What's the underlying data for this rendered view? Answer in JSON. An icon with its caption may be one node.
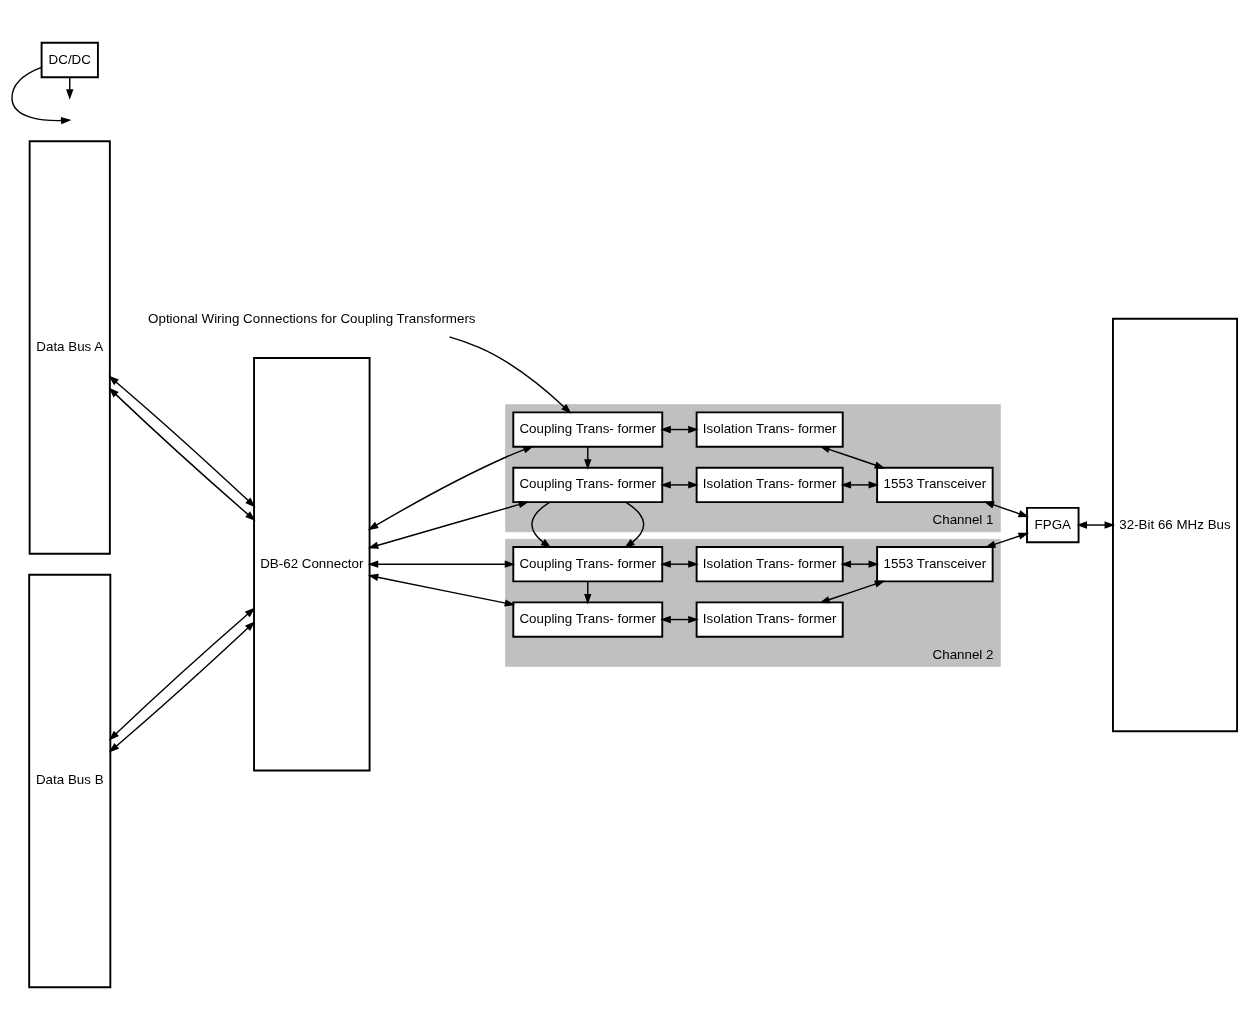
{
  "diagram": {
    "nodes": [
      {
        "text": [
          "Optional Wiring Connections for Coupling Transformers"
        ]
      },
      {
        "text": [
          "Data Bus A"
        ]
      },
      {
        "text": [
          "Data Bus B"
        ]
      },
      {
        "text": [
          "DB-62 Connector"
        ]
      },
      {
        "text": [
          "Channel 1"
        ]
      },
      {
        "text": [
          "Coupling Trans- former"
        ],
        "in": 4
      },
      {
        "text": [
          "Isolation Trans- former"
        ],
        "in": 4
      },
      {
        "text": [
          "1553 Transceiver"
        ],
        "in": 4
      },
      {
        "text": [
          "Coupling Trans- former"
        ],
        "in": 4
      },
      {
        "text": [
          "Isolation Trans- former"
        ],
        "in": 4
      },
      {
        "text": [
          "Channel 2"
        ]
      },
      {
        "text": [
          "Coupling Trans- former"
        ],
        "in": 10
      },
      {
        "text": [
          "Isolation Trans- former"
        ],
        "in": 10
      },
      {
        "text": [
          "1553 Transceiver"
        ],
        "in": 10
      },
      {
        "text": [
          "Coupling Trans- former"
        ],
        "in": 10
      },
      {
        "text": [
          "Isolation Trans- former"
        ],
        "in": 10
      },
      {
        "text": [
          "DC/DC"
        ]
      },
      {
        "text": [
          "FPGA"
        ]
      },
      {
        "text": [
          "32-Bit 66 MHz Bus"
        ]
      }
    ],
    "edges": [
      {
        "from": 0,
        "to": 5,
        "arrow": "to"
      },
      {
        "from": 5,
        "to": 8,
        "arrow": "to"
      },
      {
        "from": 8,
        "to": 11,
        "arrow": "to"
      },
      {
        "from": 11,
        "to": 14,
        "arrow": "to"
      },
      {
        "from": 1,
        "to": 3,
        "arrow": "both"
      },
      {
        "from": 2,
        "to": 3,
        "arrow": "both"
      },
      {
        "from": 1,
        "to": 3,
        "arrow": "both"
      },
      {
        "from": 2,
        "to": 3,
        "arrow": "both"
      },
      {
        "from": 3,
        "to": 5,
        "arrow": "both"
      },
      {
        "from": 3,
        "to": 8,
        "arrow": "both"
      },
      {
        "from": 3,
        "to": 11,
        "arrow": "both"
      },
      {
        "from": 3,
        "to": 14,
        "arrow": "both"
      },
      {
        "from": 5,
        "to": 6,
        "arrow": "both"
      },
      {
        "from": 8,
        "to": 9,
        "arrow": "both"
      },
      {
        "from": 11,
        "to": 12,
        "arrow": "both"
      },
      {
        "from": 14,
        "to": 15,
        "arrow": "both"
      },
      {
        "from": 6,
        "to": 7,
        "arrow": "both"
      },
      {
        "from": 9,
        "to": 7,
        "arrow": "both"
      },
      {
        "from": 12,
        "to": 13,
        "arrow": "both"
      },
      {
        "from": 15,
        "to": 13,
        "arrow": "both"
      },
      {
        "from": 7,
        "to": 17,
        "arrow": "both"
      },
      {
        "from": 13,
        "to": 17,
        "arrow": "both"
      },
      {
        "from": 17,
        "to": 18,
        "arrow": "both"
      },
      {
        "from": 16,
        "to": null,
        "arrow": "to"
      },
      {
        "from": 16,
        "to": null,
        "arrow": "to"
      }
    ]
  }
}
